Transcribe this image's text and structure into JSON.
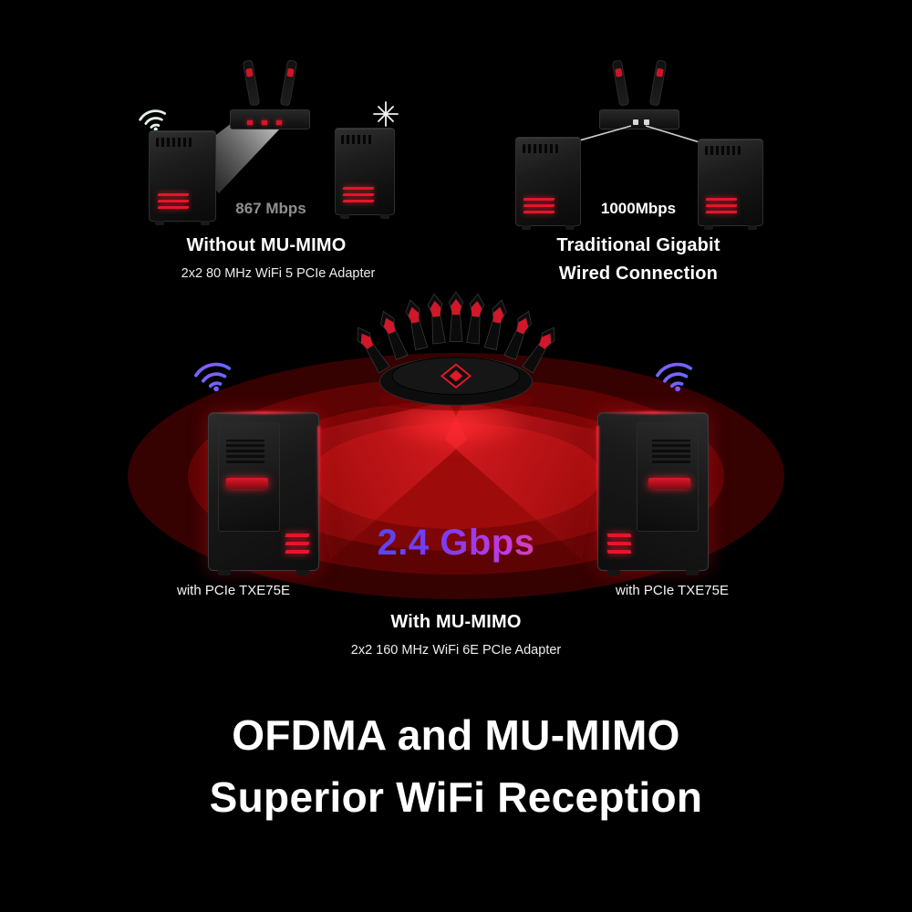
{
  "scene_without_mumimo": {
    "speed_label": "867 Mbps",
    "title": "Without MU-MIMO",
    "subtitle": "2x2 80 MHz WiFi 5 PCIe Adapter"
  },
  "scene_wired": {
    "speed_label": "1000Mbps",
    "title_line1": "Traditional Gigabit",
    "title_line2": "Wired Connection"
  },
  "scene_with_mumimo": {
    "speed_label": "2.4 Gbps",
    "left_pc_label": "with PCIe TXE75E",
    "right_pc_label": "with PCIe TXE75E",
    "title": "With MU-MIMO",
    "subtitle": "2x2 160 MHz WiFi 6E PCIe Adapter"
  },
  "headline": {
    "line1": "OFDMA and MU-MIMO",
    "line2": "Superior WiFi Reception"
  },
  "colors": {
    "background": "#000000",
    "text_primary": "#ffffff",
    "muted_speed_text": "#8f8f8f",
    "accent_red": "#e11a2b",
    "speed_gradient_start": "#3d4bf0",
    "speed_gradient_mid": "#c13be0",
    "speed_gradient_end": "#f04a5c",
    "wifi_icon_purple": "#7d55f2"
  },
  "icons": [
    "wifi-icon",
    "sparkle-icon",
    "router-icon",
    "gaming-router-icon",
    "pc-tower-icon",
    "signal-beam",
    "coverage-rings",
    "ethernet-cables"
  ]
}
